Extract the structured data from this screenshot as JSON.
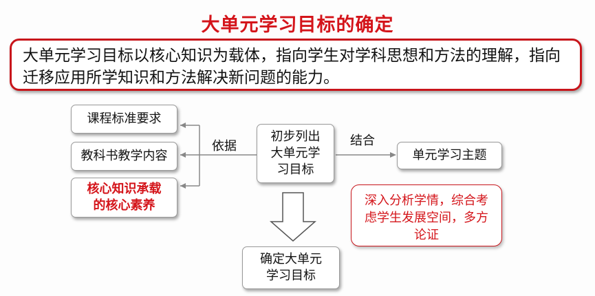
{
  "title": "大单元学习目标的确定",
  "banner": "大单元学习目标以核心知识为载体，指向学生对学科思想和方法的理解，指向迁移应用所学知识和方法解决新问题的能力。",
  "left_boxes": [
    "课程标准要求",
    "教科书教学内容",
    "核心知识承载的核心素养"
  ],
  "center_box": "初步列出大单元学习目标",
  "right_box": "单元学习主题",
  "label_left": "依据",
  "label_right": "结合",
  "note_box": "深入分析学情，综合考虑学生发展空间，多方论证",
  "bottom_box": "确定大单元学习目标"
}
